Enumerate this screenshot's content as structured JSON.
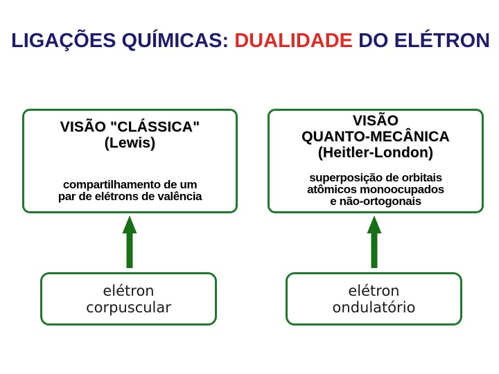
{
  "colors": {
    "background": "#FFFFFF",
    "title_navy": "#1D1D6B",
    "title_red": "#DE2B26",
    "box_border_green": "#1F7A2E",
    "arrow_green": "#177017",
    "heading_text": "#000000",
    "bottom_text": "#1A1A1A"
  },
  "title": {
    "part1": "LIGAÇÕES QUÍMICAS: ",
    "part2": "DUALIDADE",
    "part3": " DO ELÉTRON"
  },
  "classical_view": {
    "heading": [
      "VISÃO \"CLÁSSICA\"",
      "(Lewis)"
    ],
    "body": [
      "compartilhamento de um",
      "par de elétrons de valência"
    ],
    "result": [
      "elétron",
      "corpuscular"
    ]
  },
  "quantum_view": {
    "heading": [
      "VISÃO",
      "QUANTO-MECÂNICA",
      "(Heitler-London)"
    ],
    "body": [
      "superposição de orbitais",
      "atômicos monoocupados",
      "e não-ortogonais"
    ],
    "result": [
      "elétron",
      "ondulatório"
    ]
  },
  "icons": {
    "left_arrow": "up-arrow",
    "right_arrow": "up-arrow"
  }
}
